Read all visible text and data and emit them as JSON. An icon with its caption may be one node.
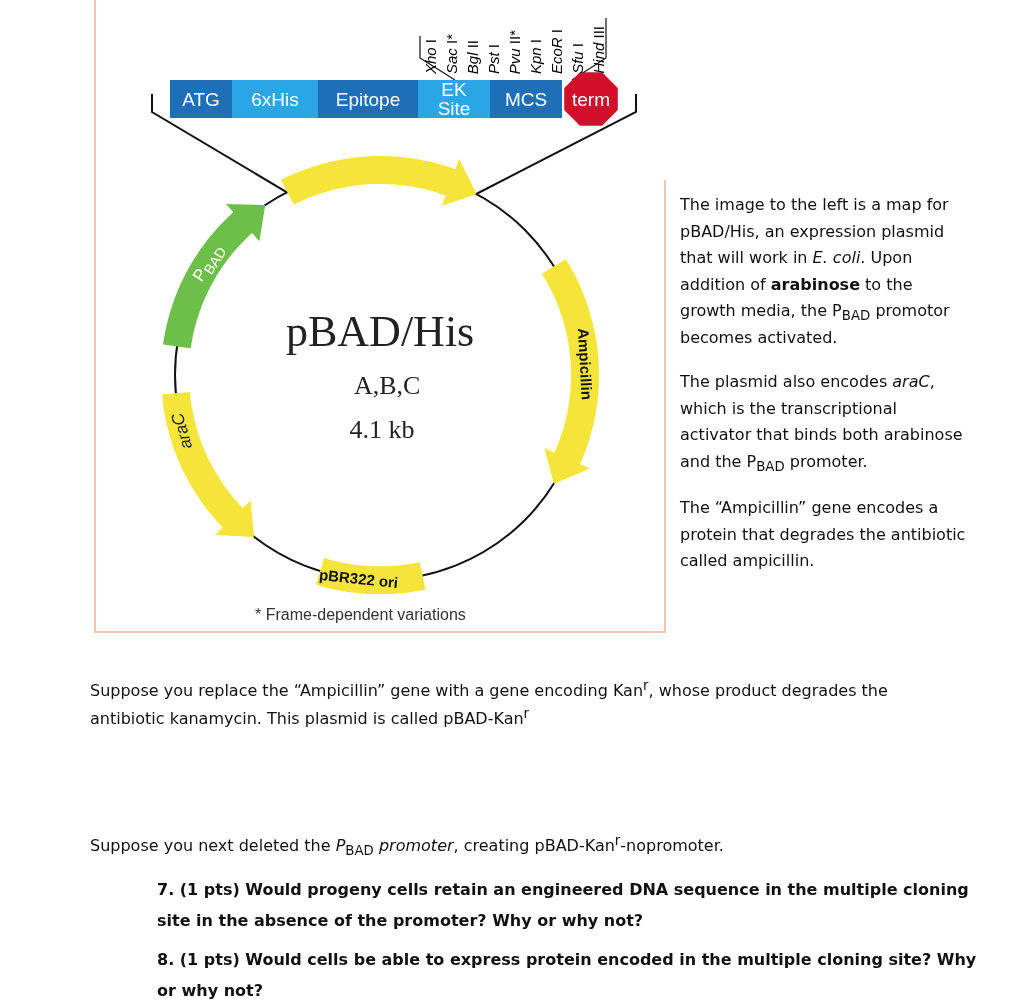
{
  "diagram": {
    "nodes": [
      {
        "text": [
          "ATG"
        ]
      },
      {
        "text": [
          "6xHis"
        ]
      },
      {
        "text": [
          "Epitope"
        ]
      },
      {
        "text": [
          "EK Site"
        ]
      },
      {
        "text": [
          "MCS"
        ]
      },
      {
        "text": [
          "term"
        ]
      },
      {
        "text": [],
        "shape": "arrow"
      },
      {
        "text": [
          "P$_{BAD}$"
        ]
      },
      {
        "text": [
          "*araC*"
        ]
      },
      {
        "text": [
          "Ampicillin"
        ]
      },
      {
        "text": [
          "pBR322 ori"
        ]
      }
    ],
    "labels": [
      "*Xho* I",
      "*Sac* I*",
      "*Bgl* II",
      "*Pst* I",
      "*Pvu* II*",
      "*Kpn* I",
      "*EcoR* I",
      "*Sfu* I",
      "*Hind* III",
      "pBAD/His",
      "A,B,C",
      "4.1 kb",
      "* Frame-dependent variations",
      "The image to the left is a map for pBAD/His, an expression plasmid that will work in *E. coli*. Upon addition of **arabinose** to the growth media, the P$_{BAD}$ promotor becomes activated.",
      "The plasmid also encodes *araC*, which is the transcriptional activator that binds both arabinose and the P$_{BAD}$ promoter.",
      "The “Ampicillin” gene encodes a protein that degrades the antibiotic called ampicillin.",
      "Suppose you replace the “Ampicillin” gene with a gene encoding Kan$^{r}$, whose product degrades the antibiotic kanamycin. This plasmid is called pBAD-Kan$^{r}$",
      "Suppose you next deleted the *P*$_{BAD}$ *promoter*, creating pBAD-Kan$^{r}$-nopromoter.",
      "7. (1 pts) Would progeny cells retain an engineered DNA sequence in the multiple cloning site in the absence of the promoter? Why or why not?",
      "8. (1 pts) Would cells be able to express protein encoded in the multiple cloning site? Why or why not?"
    ]
  }
}
